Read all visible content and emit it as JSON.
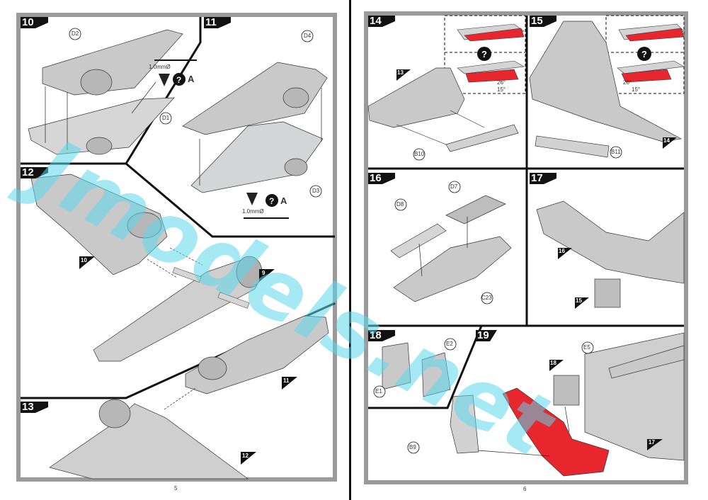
{
  "watermark": "Jmodels.net",
  "left_page": {
    "page_number": "5",
    "steps": [
      {
        "num": "10"
      },
      {
        "num": "11"
      },
      {
        "num": "12"
      },
      {
        "num": "13"
      }
    ],
    "parts": {
      "d2": "D2",
      "d1": "D1",
      "d4": "D4",
      "d3": "D3"
    },
    "drill": "1.0mmØ",
    "drill_option": "A",
    "refs": {
      "r10": "10",
      "r9": "9",
      "r11": "11",
      "r12": "12"
    }
  },
  "right_page": {
    "page_number": "6",
    "steps": [
      {
        "num": "14"
      },
      {
        "num": "15"
      },
      {
        "num": "16"
      },
      {
        "num": "17"
      },
      {
        "num": "18"
      },
      {
        "num": "19"
      }
    ],
    "parts": {
      "b10": "B10",
      "b11": "B11",
      "d7": "D7",
      "d8": "D8",
      "c23": "C23",
      "e1": "E1",
      "e2": "E2",
      "e5": "E5",
      "b9": "B9"
    },
    "angles": {
      "a1": "26°",
      "a2": "15°"
    },
    "refs": {
      "r13": "13",
      "r14": "14",
      "r16": "16",
      "r15": "15",
      "r18": "18",
      "r17": "17"
    }
  },
  "colors": {
    "highlight": "#e8262e",
    "panel_border": "#9a9a9a",
    "ink": "#111111",
    "part_grey": "#c9c9c9",
    "watermark": "#5ad7eb"
  }
}
